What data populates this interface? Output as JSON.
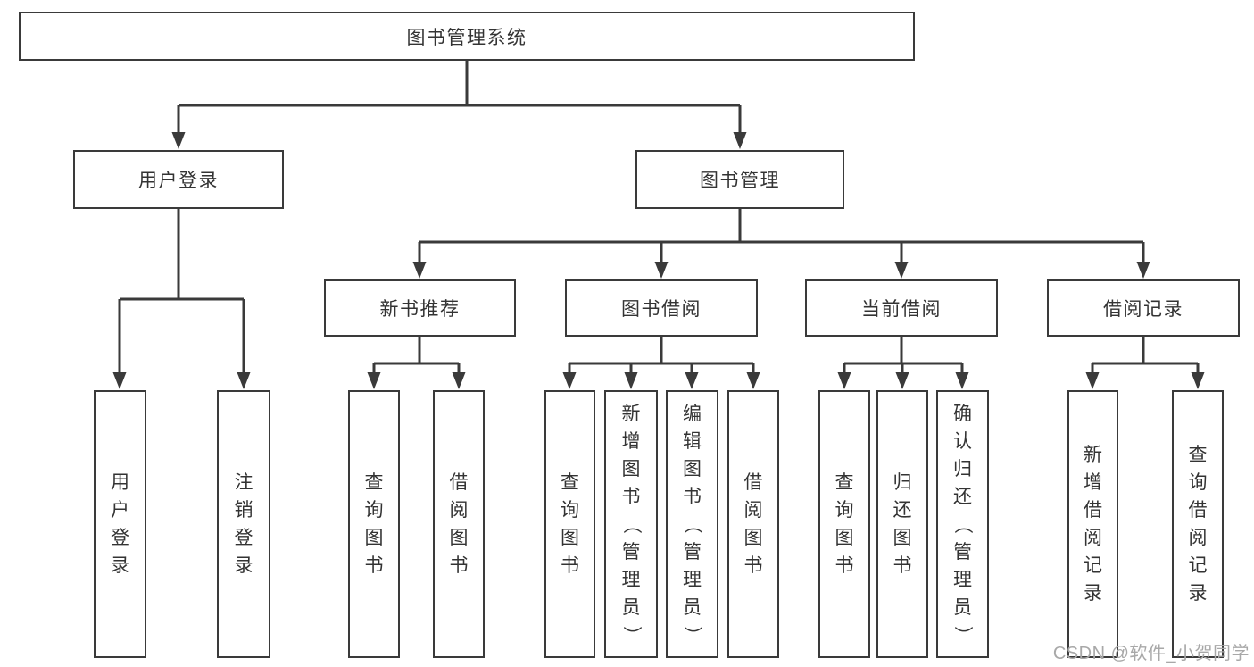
{
  "nodes": {
    "root": {
      "label": "图书管理系统"
    },
    "user_login": {
      "label": "用户登录"
    },
    "book_mgmt": {
      "label": "图书管理"
    },
    "new_book_rec": {
      "label": "新书推荐"
    },
    "book_borrow": {
      "label": "图书借阅"
    },
    "current_borrow": {
      "label": "当前借阅"
    },
    "borrow_records": {
      "label": "借阅记录"
    },
    "leaf_user_login": {
      "label": "用户登录"
    },
    "leaf_logout": {
      "label": "注销登录"
    },
    "leaf_query_books_rec": {
      "label": "查询图书"
    },
    "leaf_borrow_books_rec": {
      "label": "借阅图书"
    },
    "leaf_query_books_borrow": {
      "label": "查询图书"
    },
    "leaf_add_book": {
      "label": "新增图书（管理员）"
    },
    "leaf_edit_book": {
      "label": "编辑图书（管理员）"
    },
    "leaf_borrow_books_borrow": {
      "label": "借阅图书"
    },
    "leaf_query_books_current": {
      "label": "查询图书"
    },
    "leaf_return_book": {
      "label": "归还图书"
    },
    "leaf_confirm_return": {
      "label": "确认归还（管理员）"
    },
    "leaf_add_record": {
      "label": "新增借阅记录"
    },
    "leaf_query_record": {
      "label": "查询借阅记录"
    }
  },
  "hierarchy": {
    "图书管理系统": {
      "用户登录": [
        "用户登录",
        "注销登录"
      ],
      "图书管理": {
        "新书推荐": [
          "查询图书",
          "借阅图书"
        ],
        "图书借阅": [
          "查询图书",
          "新增图书（管理员）",
          "编辑图书（管理员）",
          "借阅图书"
        ],
        "当前借阅": [
          "查询图书",
          "归还图书",
          "确认归还（管理员）"
        ],
        "借阅记录": [
          "新增借阅记录",
          "查询借阅记录"
        ]
      }
    }
  },
  "watermark": {
    "text": "CSDN @软件_小贺同学"
  },
  "colors": {
    "line": "#3a3a3a",
    "box_border": "#3a3a3a",
    "text": "#333333",
    "watermark": "#a8a8a8",
    "background": "#ffffff"
  }
}
